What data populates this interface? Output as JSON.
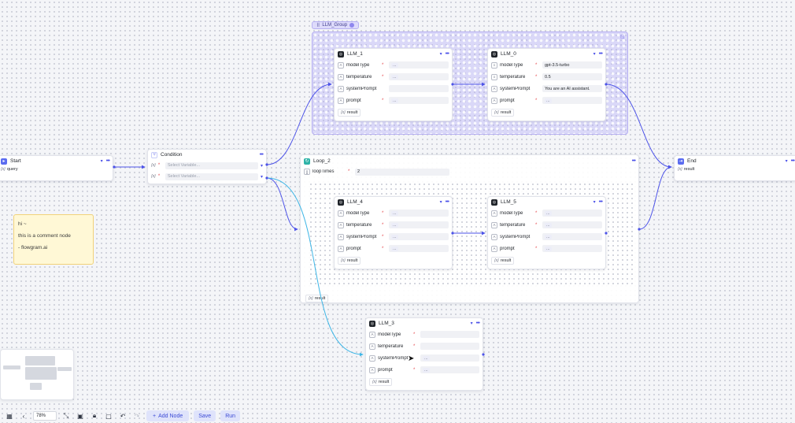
{
  "group": {
    "label": "LLM_Group"
  },
  "nodes": {
    "start": {
      "title": "Start",
      "output": "query"
    },
    "condition": {
      "title": "Condition",
      "rows": [
        {
          "left": "{x}",
          "placeholder": "Select Variable..."
        },
        {
          "left": "{x}",
          "placeholder": "Select Variable..."
        }
      ]
    },
    "end": {
      "title": "End",
      "output": "result"
    },
    "llm1": {
      "title": "LLM_1",
      "rows": [
        {
          "name": "modelType",
          "value": "..."
        },
        {
          "name": "temperature",
          "value": "..."
        },
        {
          "name": "systemPrompt",
          "value": ""
        },
        {
          "name": "prompt",
          "value": "..."
        }
      ],
      "output": "result"
    },
    "llm0": {
      "title": "LLM_0",
      "rows": [
        {
          "name": "modelType",
          "value": "gpt-3.5-turbo"
        },
        {
          "name": "temperature",
          "value": "0.5"
        },
        {
          "name": "systemPrompt",
          "value": "You are an AI assistant."
        },
        {
          "name": "prompt",
          "value": "..."
        }
      ],
      "output": "result"
    },
    "loop": {
      "title": "Loop_2",
      "loopTimes_label": "loopTimes",
      "loopTimes_value": "2",
      "output": "result"
    },
    "llm4": {
      "title": "LLM_4",
      "rows": [
        {
          "name": "modelType",
          "value": "..."
        },
        {
          "name": "temperature",
          "value": "..."
        },
        {
          "name": "systemPrompt",
          "value": "..."
        },
        {
          "name": "prompt",
          "value": "..."
        }
      ],
      "output": "result"
    },
    "llm5": {
      "title": "LLM_5",
      "rows": [
        {
          "name": "modelType",
          "value": "..."
        },
        {
          "name": "temperature",
          "value": "..."
        },
        {
          "name": "systemPrompt",
          "value": "..."
        },
        {
          "name": "prompt",
          "value": "..."
        }
      ],
      "output": "result"
    },
    "llm3": {
      "title": "LLM_3",
      "rows": [
        {
          "name": "modelType",
          "value": ""
        },
        {
          "name": "temperature",
          "value": ""
        },
        {
          "name": "systemPrompt",
          "value": "..."
        },
        {
          "name": "prompt",
          "value": "..."
        }
      ],
      "output": "result"
    }
  },
  "comment": {
    "lines": [
      "hi ~",
      "this is a comment node",
      "- flowgram.ai"
    ]
  },
  "toolbar": {
    "zoom": "78%",
    "add_node": "Add Node",
    "save": "Save",
    "run": "Run"
  },
  "icons": {
    "chevron": "chevron-down-icon",
    "more": "more-icon"
  },
  "colors": {
    "accent": "#4d53e8",
    "group": "#b0a8f6",
    "edge_active": "#3fb6e6",
    "comment": "#fff8d6"
  }
}
